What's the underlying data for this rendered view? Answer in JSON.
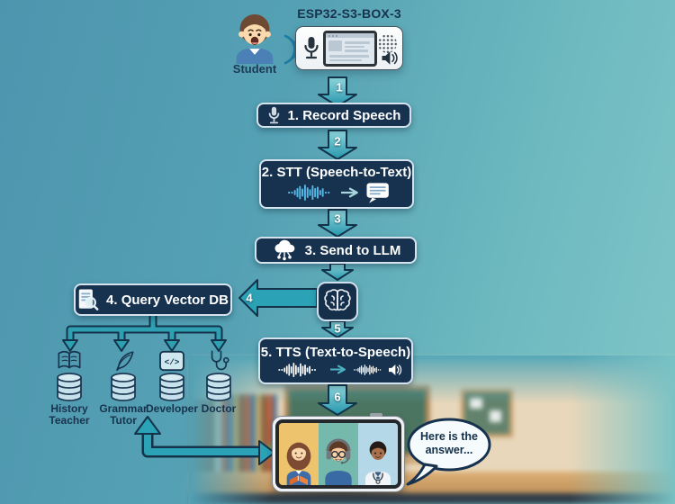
{
  "title": "ESP32-S3-BOX-3",
  "student_label": "Student",
  "steps": {
    "record": "1. Record Speech",
    "stt": "2. STT (Speech-to-Text)",
    "llm": "3. Send to LLM",
    "query": "4. Query Vector DB",
    "tts": "5. TTS (Text-to-Speech)"
  },
  "arrow_numbers": [
    "1",
    "2",
    "3",
    "4",
    "5",
    "6"
  ],
  "personas": [
    {
      "label": "History Teacher",
      "icon": "open-book-icon"
    },
    {
      "label": "Grammar Tutor",
      "icon": "quill-icon"
    },
    {
      "label": "Developer",
      "icon": "code-icon"
    },
    {
      "label": "Doctor",
      "icon": "stethoscope-icon"
    }
  ],
  "code_glyph": "</>",
  "speech_bubble_text": "Here is the\nanswer...",
  "device_icons": [
    "microphone-icon",
    "device-screen",
    "speaker-grille-icon",
    "speaker-icon"
  ],
  "colors": {
    "background_left": "#4d95ae",
    "background_right": "#80c6c8",
    "box_navy": "#16324e",
    "box_border": "#d4e3ee",
    "arrow_teal": "#2fa3b6",
    "arrow_outline": "#123349",
    "label_navy": "#17334d",
    "waveform_blue": "#57b9e8",
    "database_fill": "#c6e1ec"
  }
}
